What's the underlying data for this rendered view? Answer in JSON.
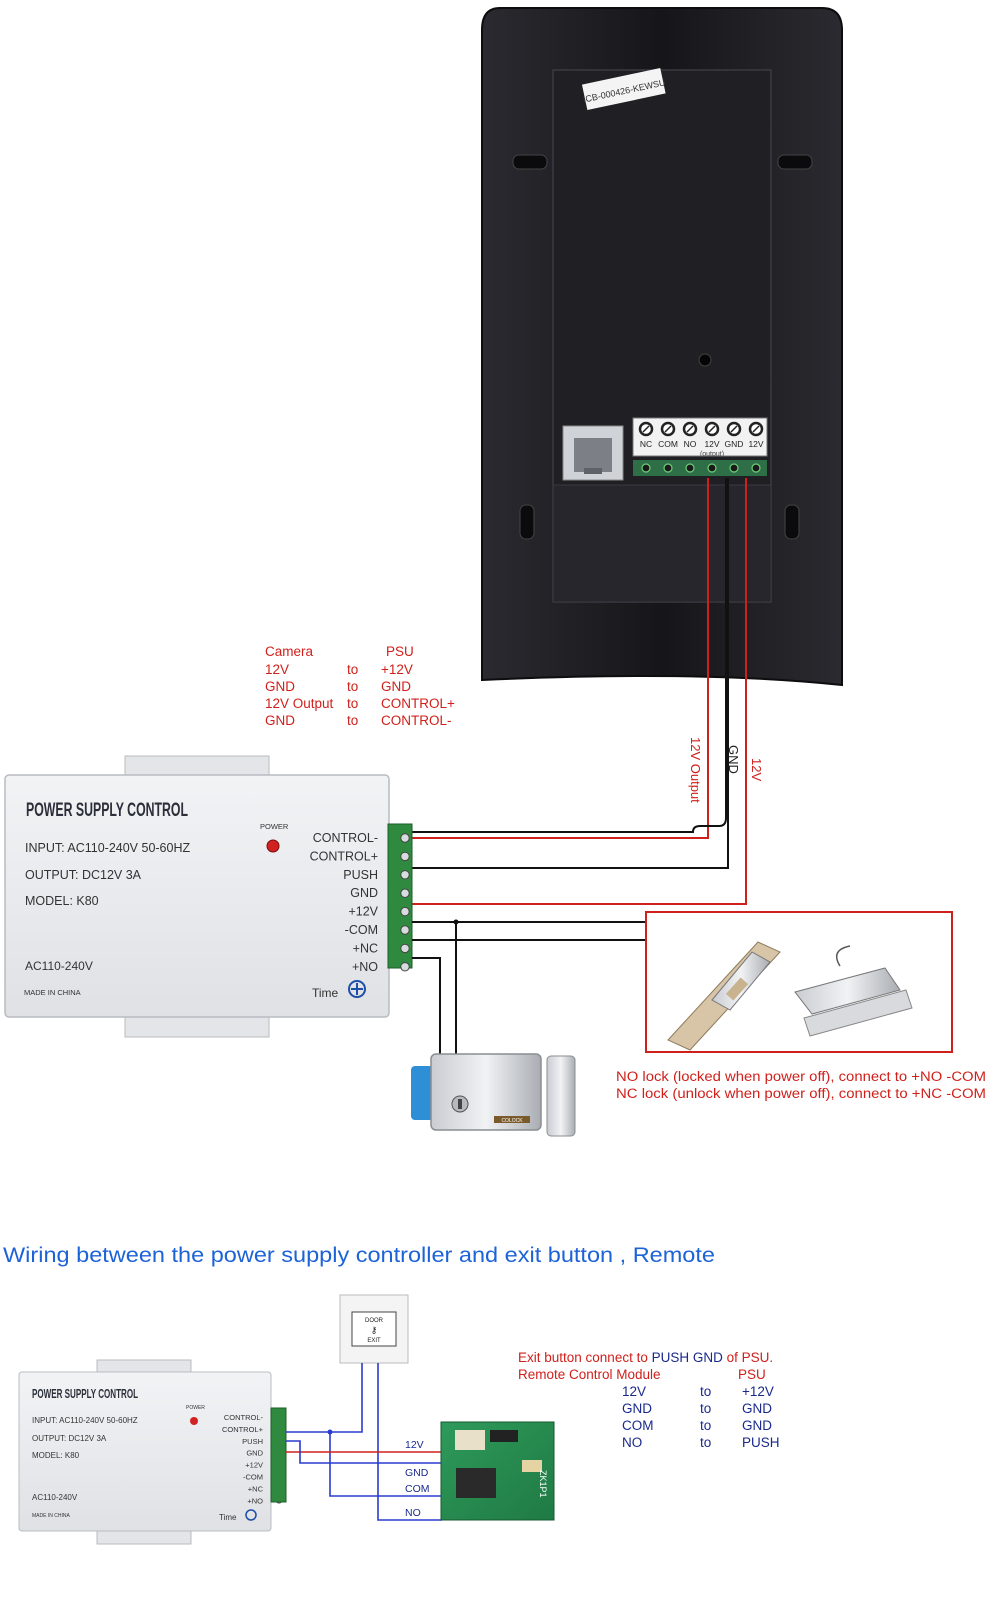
{
  "camera_unit": {
    "sticker": "ICB-000426-KEWSU",
    "terminals": [
      "NC",
      "COM",
      "NO",
      "12V",
      "GND",
      "12V"
    ],
    "terminal_sublabel": "(output)"
  },
  "wire_labels": {
    "out": "12V Output",
    "gnd": "GND",
    "v12": "12V"
  },
  "mapping_table_1": {
    "header": [
      "Camera",
      "PSU"
    ],
    "rows": [
      [
        "12V",
        "to",
        "+12V"
      ],
      [
        "GND",
        "to",
        "GND"
      ],
      [
        "12V Output",
        "to",
        "CONTROL+"
      ],
      [
        "GND",
        "to",
        "CONTROL-"
      ]
    ]
  },
  "psu": {
    "title": "POWER SUPPLY CONTROL",
    "input": "INPUT: AC110-240V  50-60HZ",
    "output": "OUTPUT: DC12V  3A",
    "model": "MODEL: K80",
    "ac": "AC110-240V",
    "made": "MADE IN CHINA",
    "power": "POWER",
    "time": "Time",
    "terminals": [
      "CONTROL-",
      "CONTROL+",
      "PUSH",
      "GND",
      "+12V",
      "-COM",
      "+NC",
      "+NO"
    ]
  },
  "lock_notes": [
    "NO lock (locked when power off), connect to +NO -COM",
    "NC lock (unlock when power off), connect to +NC -COM"
  ],
  "lock_tag": "COLOCK",
  "section2_title": "Wiring between the power supply controller and exit button , Remote",
  "exit_button": {
    "top": "DOOR",
    "bottom": "EXIT"
  },
  "remote_wires": [
    "12V",
    "GND",
    "COM",
    "NO"
  ],
  "remote_board_label": "ZK1P1",
  "exit_note": {
    "prefix": "Exit button connect to ",
    "highlight": "PUSH GND",
    "suffix": " of PSU."
  },
  "mapping_table_2": {
    "header": [
      "Remote Control Module",
      "PSU"
    ],
    "rows": [
      [
        "12V",
        "to",
        "+12V"
      ],
      [
        "GND",
        "to",
        "GND"
      ],
      [
        "COM",
        "to",
        "GND"
      ],
      [
        "NO",
        "to",
        "PUSH"
      ]
    ]
  },
  "colors": {
    "accent_red": "#d0201b",
    "title_blue": "#1d63d8",
    "note_navy": "#1a2a8c",
    "device_body": "#1b1b1f"
  }
}
